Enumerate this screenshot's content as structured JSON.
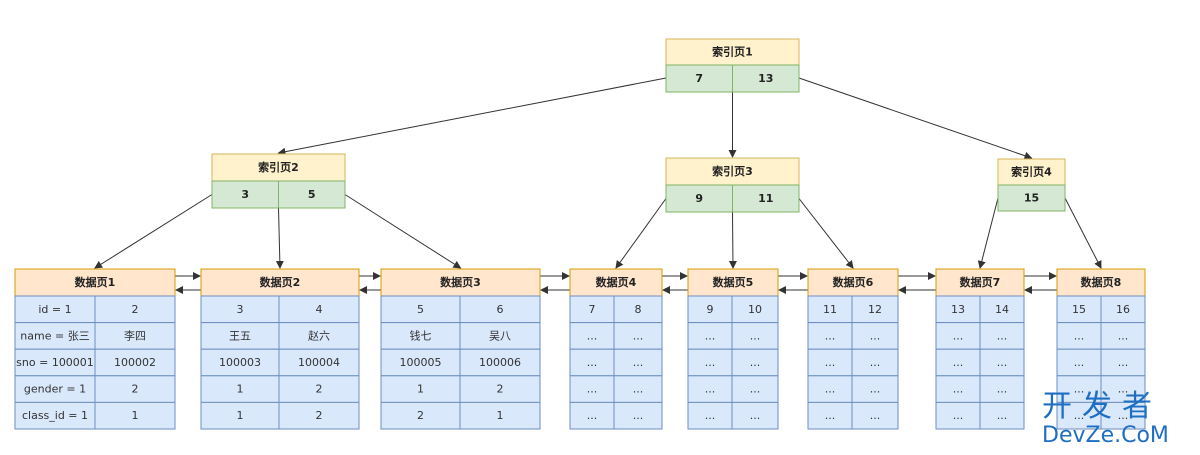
{
  "colors": {
    "index_header": "#fff2cc",
    "index_header_border": "#d6b656",
    "index_keys": "#d5e8d4",
    "index_keys_border": "#82b366",
    "data_header": "#ffe6cc",
    "data_header_border": "#d79b00",
    "data_cells": "#dae8fc",
    "data_cells_border": "#6c8ebf",
    "edge": "#333333",
    "watermark": "#1e6fc2"
  },
  "index_pages": [
    {
      "id": "idx1",
      "title": "索引页1",
      "keys": [
        "7",
        "13"
      ]
    },
    {
      "id": "idx2",
      "title": "索引页2",
      "keys": [
        "3",
        "5"
      ]
    },
    {
      "id": "idx3",
      "title": "索引页3",
      "keys": [
        "9",
        "11"
      ]
    },
    {
      "id": "idx4",
      "title": "索引页4",
      "keys": [
        "15"
      ]
    }
  ],
  "data_pages": [
    {
      "id": "dp1",
      "title": "数据页1",
      "rows": [
        [
          "id = 1",
          "2"
        ],
        [
          "name = 张三",
          "李四"
        ],
        [
          "sno = 100001",
          "100002"
        ],
        [
          "gender = 1",
          "2"
        ],
        [
          "class_id = 1",
          "1"
        ]
      ]
    },
    {
      "id": "dp2",
      "title": "数据页2",
      "rows": [
        [
          "3",
          "4"
        ],
        [
          "王五",
          "赵六"
        ],
        [
          "100003",
          "100004"
        ],
        [
          "1",
          "2"
        ],
        [
          "1",
          "2"
        ]
      ]
    },
    {
      "id": "dp3",
      "title": "数据页3",
      "rows": [
        [
          "5",
          "6"
        ],
        [
          "钱七",
          "吴八"
        ],
        [
          "100005",
          "100006"
        ],
        [
          "1",
          "2"
        ],
        [
          "2",
          "1"
        ]
      ]
    },
    {
      "id": "dp4",
      "title": "数据页4",
      "rows": [
        [
          "7",
          "8"
        ],
        [
          "...",
          "..."
        ],
        [
          "...",
          "..."
        ],
        [
          "...",
          "..."
        ],
        [
          "...",
          "..."
        ]
      ]
    },
    {
      "id": "dp5",
      "title": "数据页5",
      "rows": [
        [
          "9",
          "10"
        ],
        [
          "...",
          "..."
        ],
        [
          "...",
          "..."
        ],
        [
          "...",
          "..."
        ],
        [
          "...",
          "..."
        ]
      ]
    },
    {
      "id": "dp6",
      "title": "数据页6",
      "rows": [
        [
          "11",
          "12"
        ],
        [
          "...",
          "..."
        ],
        [
          "...",
          "..."
        ],
        [
          "...",
          "..."
        ],
        [
          "...",
          "..."
        ]
      ]
    },
    {
      "id": "dp7",
      "title": "数据页7",
      "rows": [
        [
          "13",
          "14"
        ],
        [
          "...",
          "..."
        ],
        [
          "...",
          "..."
        ],
        [
          "...",
          "..."
        ],
        [
          "...",
          "..."
        ]
      ]
    },
    {
      "id": "dp8",
      "title": "数据页8",
      "rows": [
        [
          "15",
          "16"
        ],
        [
          "...",
          "..."
        ],
        [
          "...",
          "..."
        ],
        [
          "...",
          "..."
        ],
        [
          "...",
          "..."
        ]
      ]
    }
  ],
  "tree_edges": [
    [
      "idx1",
      "idx2"
    ],
    [
      "idx1",
      "idx3"
    ],
    [
      "idx1",
      "idx4"
    ],
    [
      "idx2",
      "dp1"
    ],
    [
      "idx2",
      "dp2"
    ],
    [
      "idx2",
      "dp3"
    ],
    [
      "idx3",
      "dp4"
    ],
    [
      "idx3",
      "dp5"
    ],
    [
      "idx3",
      "dp6"
    ],
    [
      "idx4",
      "dp7"
    ],
    [
      "idx4",
      "dp8"
    ]
  ],
  "watermark": {
    "line1": "开发者",
    "line2": "DevZe.CoM"
  }
}
